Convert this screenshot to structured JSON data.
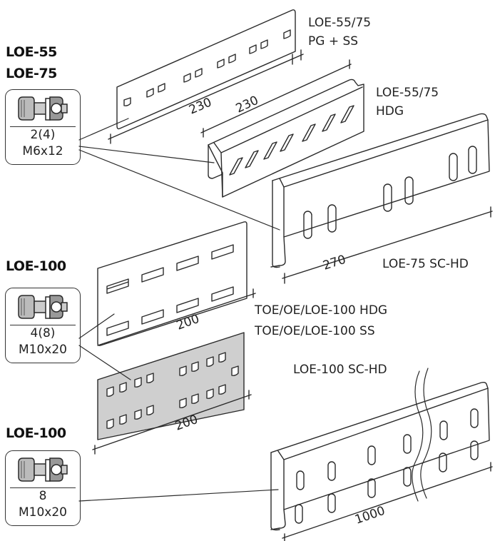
{
  "groups": [
    {
      "header_lines": [
        "LOE-55",
        "LOE-75"
      ],
      "qty": "2(4)",
      "bolt": "M6x12"
    },
    {
      "header_lines": [
        "LOE-100"
      ],
      "qty": "4(8)",
      "bolt": "M10x20"
    },
    {
      "header_lines": [
        "LOE-100"
      ],
      "qty": "8",
      "bolt": "M10x20"
    }
  ],
  "labels": {
    "plate_pg_ss": [
      "LOE-55/75",
      "PG + SS"
    ],
    "profile_hdg": [
      "LOE-55/75",
      "HDG"
    ],
    "profile_sc_hd_75": "LOE-75 SC-HD",
    "plate_hdg_100": "TOE/OE/LOE-100 HDG",
    "plate_ss_100": "TOE/OE/LOE-100 SS",
    "profile_sc_hd_100": "LOE-100 SC-HD"
  },
  "dimensions": {
    "plate_small": "230",
    "profile_small": "230",
    "profile_medium": "270",
    "plate_100_hdg": "200",
    "plate_100_ss": "200",
    "profile_long": "1000"
  },
  "colors": {
    "line": "#2a2a2a",
    "ss_plate_fill": "#cfcfcf",
    "plate_fill": "#ffffff"
  },
  "icons": {
    "bolt": "bolt-nut-washer-icon"
  }
}
